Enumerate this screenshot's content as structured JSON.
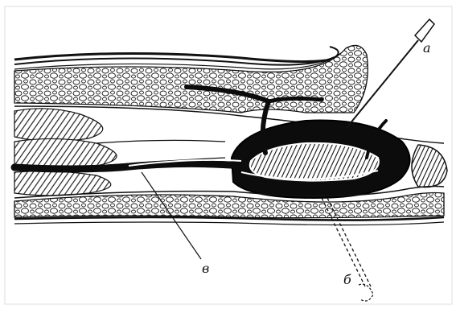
{
  "figure": {
    "labels": {
      "a": "a",
      "v": "в",
      "b": "б"
    }
  }
}
